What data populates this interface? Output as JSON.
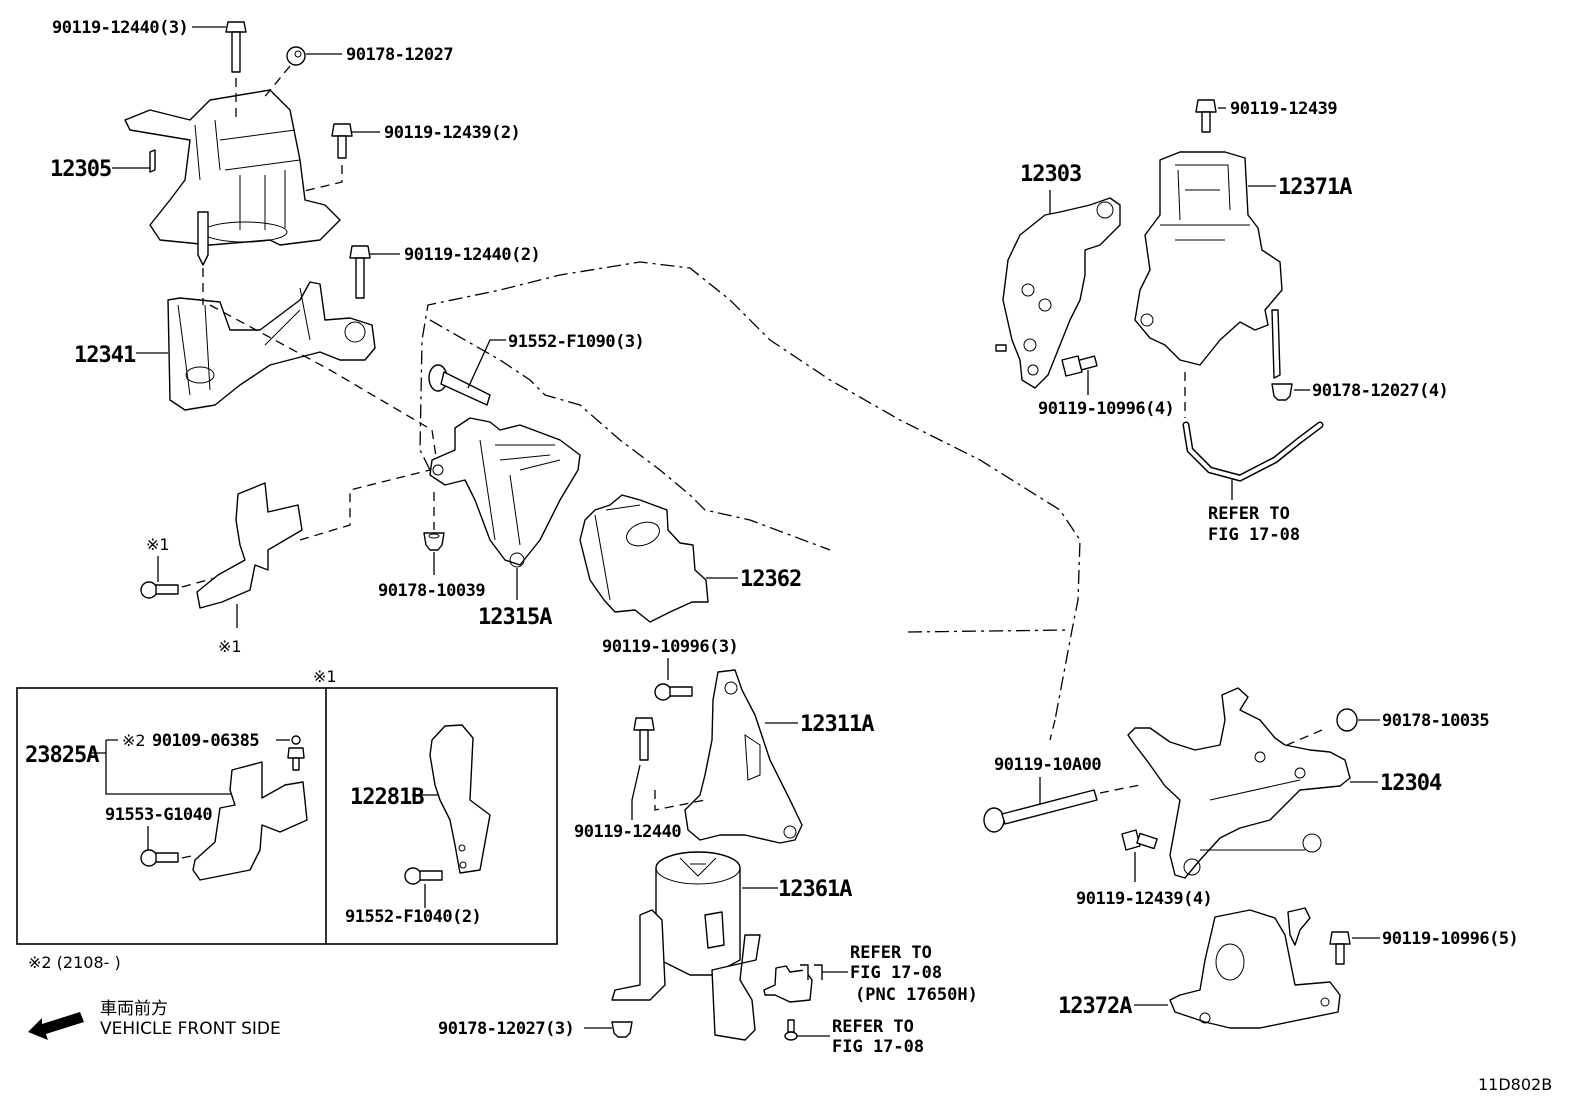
{
  "diagram": {
    "code": "11D802B",
    "direction": {
      "japanese": "車両前方",
      "english": "VEHICLE FRONT SIDE"
    },
    "notes": {
      "note1_mark": "※1",
      "note2_text": "※2 (2108-      )"
    },
    "parts": {
      "p12305": "12305",
      "p12341": "12341",
      "p12315A": "12315A",
      "p12362": "12362",
      "p12303": "12303",
      "p12371A": "12371A",
      "p12311A": "12311A",
      "p12361A": "12361A",
      "p12304": "12304",
      "p12372A": "12372A",
      "p23825A": "23825A",
      "p12281B": "12281B"
    },
    "fasteners": {
      "f_90119_12440_3": "90119-12440(3)",
      "f_90178_12027": "90178-12027",
      "f_90119_12439_2": "90119-12439(2)",
      "f_90119_12440_2": "90119-12440(2)",
      "f_91552_F1090_3": "91552-F1090(3)",
      "f_90178_10039": "90178-10039",
      "f_90119_12439": "90119-12439",
      "f_90119_10996_4": "90119-10996(4)",
      "f_90178_12027_4": "90178-12027(4)",
      "f_90119_10996_3": "90119-10996(3)",
      "f_90119_12440": "90119-12440",
      "f_90178_12027_3": "90178-12027(3)",
      "f_90119_10A00": "90119-10A00",
      "f_90178_10035": "90178-10035",
      "f_90119_12439_4": "90119-12439(4)",
      "f_90119_10996_5": "90119-10996(5)",
      "f_90109_06385": "90109-06385",
      "f_90109_06385_mark": "※2",
      "f_91553_G1040": "91553-G1040",
      "f_91552_F1040_2": "91552-F1040(2)",
      "bolt_mark_1": "※1",
      "bracket_mark_1": "※1"
    },
    "references": {
      "refer_to": "REFER TO",
      "fig": "FIG 17-08",
      "pnc": "(PNC 17650H)"
    }
  }
}
